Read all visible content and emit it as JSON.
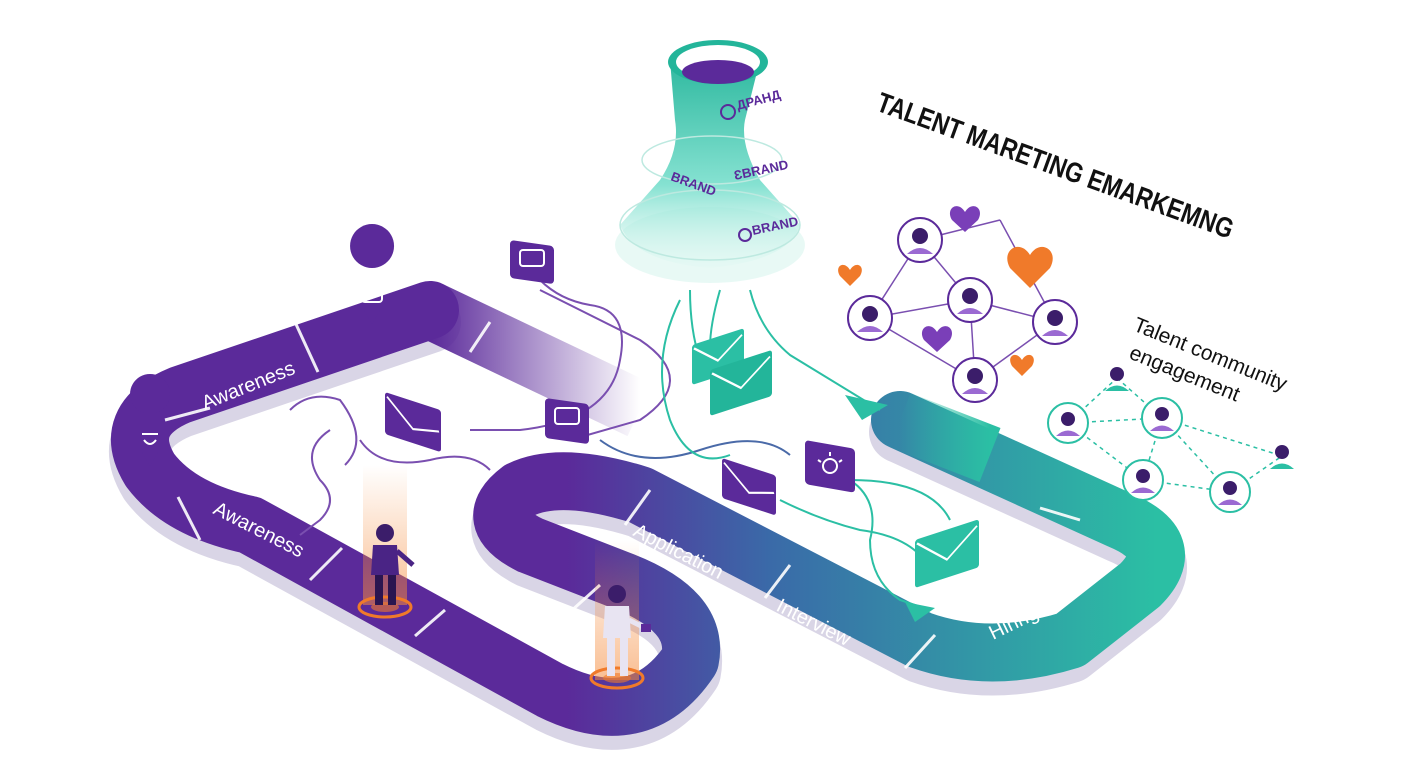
{
  "title": "TALENT MARETING EMARKEMNG",
  "community": {
    "line1": "Talent community",
    "line2": "engagement"
  },
  "funnel": {
    "brand_labels": [
      "ДРАНД",
      "BRAND",
      "ƐBRAND",
      "BRAND"
    ]
  },
  "journey_stages": [
    "Awareness",
    "Awareness",
    "Application",
    "Interview",
    "Hiring"
  ],
  "colors": {
    "purple": "#5b2a9a",
    "teal": "#2bbfa4",
    "orange": "#f07a2a",
    "gradient_mid": "#4a5aa8"
  },
  "icons": [
    "chat-bubble-icon",
    "email-icon",
    "lightbulb-icon",
    "heart-icon",
    "person-avatar-icon",
    "location-pin-icon"
  ]
}
